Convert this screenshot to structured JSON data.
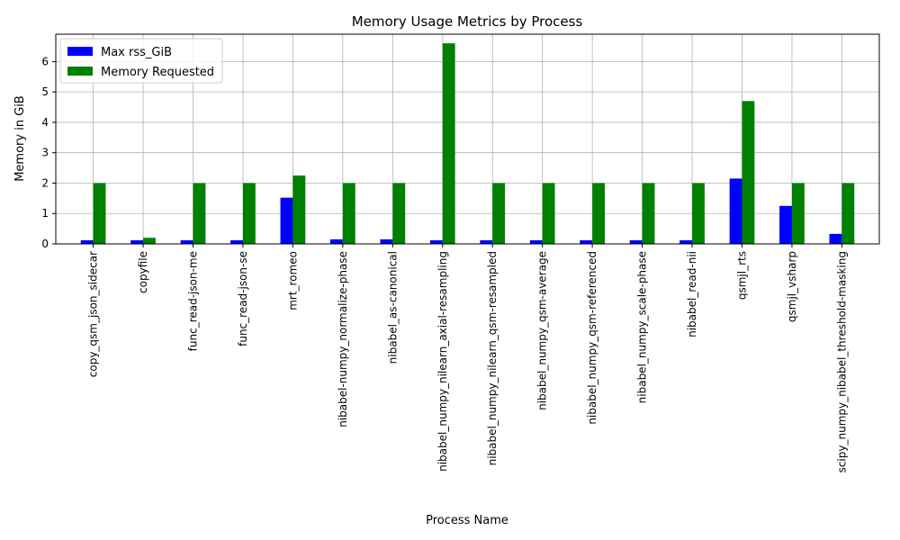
{
  "chart_data": {
    "type": "bar",
    "title": "Memory Usage Metrics by Process",
    "xlabel": "Process Name",
    "ylabel": "Memory in GiB",
    "ylim": [
      0,
      6.9
    ],
    "yticks": [
      0,
      1,
      2,
      3,
      4,
      5,
      6
    ],
    "grid": true,
    "legend_position": "top-left",
    "categories": [
      "copy_qsm_json_sidecar",
      "copyfile",
      "func_read-json-me",
      "func_read-json-se",
      "mrt_romeo",
      "nibabel-numpy_normalize-phase",
      "nibabel_as-canonical",
      "nibabel_numpy_nilearn_axial-resampling",
      "nibabel_numpy_nilearn_qsm-resampled",
      "nibabel_numpy_qsm-average",
      "nibabel_numpy_qsm-referenced",
      "nibabel_numpy_scale-phase",
      "nibabel_read-nii",
      "qsmjl_rts",
      "qsmjl_vsharp",
      "scipy_numpy_nibabel_threshold-masking"
    ],
    "series": [
      {
        "name": "Max rss_GiB",
        "color": "#0000ff",
        "values": [
          0.12,
          0.12,
          0.12,
          0.12,
          1.52,
          0.15,
          0.15,
          0.12,
          0.12,
          0.12,
          0.12,
          0.12,
          0.12,
          2.15,
          1.25,
          0.33
        ]
      },
      {
        "name": "Memory Requested",
        "color": "#008000",
        "values": [
          2.0,
          0.2,
          2.0,
          2.0,
          2.25,
          2.0,
          2.0,
          6.6,
          2.0,
          2.0,
          2.0,
          2.0,
          2.0,
          4.7,
          2.0,
          2.0
        ]
      }
    ]
  }
}
